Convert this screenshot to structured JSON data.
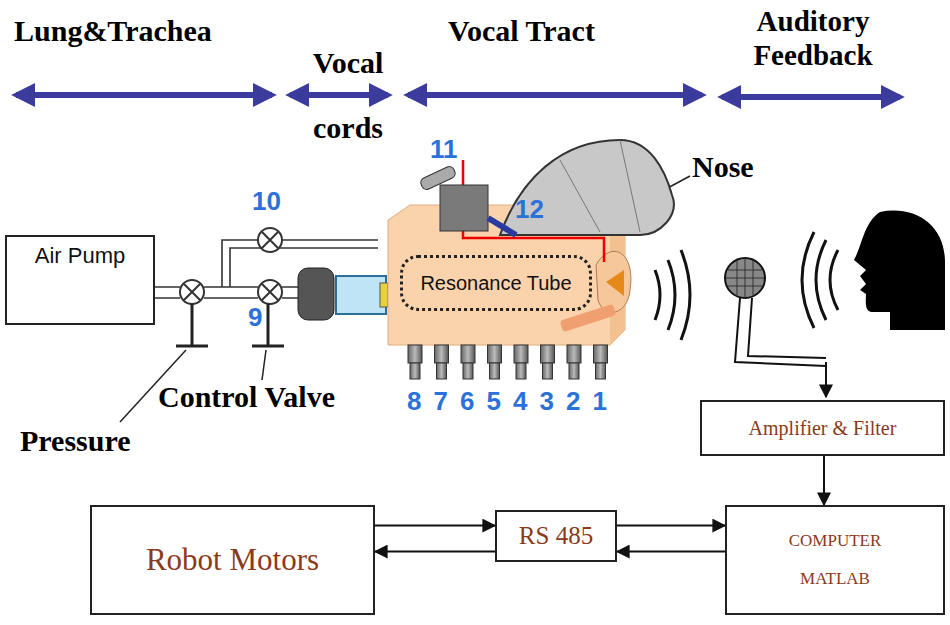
{
  "diagram": {
    "nodes": [
      {
        "text": [
          "Air Pump"
        ]
      },
      {
        "text": [
          "Resonance Tube"
        ]
      },
      {
        "text": [
          "Amplifier & Filter"
        ]
      },
      {
        "text": [
          "Robot Motors"
        ]
      },
      {
        "text": [
          "RS 485"
        ]
      },
      {
        "text": [
          "COMPUTER",
          "MATLAB"
        ]
      }
    ],
    "edges": [
      {
        "from": 3,
        "to": 4,
        "arrow": "to"
      },
      {
        "from": 4,
        "to": 3,
        "arrow": "to"
      },
      {
        "from": 4,
        "to": 5,
        "arrow": "to"
      },
      {
        "from": 5,
        "to": 4,
        "arrow": "to"
      },
      {
        "from": 2,
        "to": 5,
        "arrow": "to"
      }
    ],
    "labels": [
      "Lung&Trachea",
      "Vocal cords",
      "Vocal Tract",
      "Auditory Feedback",
      "11",
      "10",
      "Nose",
      "12",
      "9",
      "8",
      "7",
      "6",
      "5",
      "4",
      "3",
      "2",
      "1",
      "Control Valve",
      "Pressure"
    ]
  }
}
